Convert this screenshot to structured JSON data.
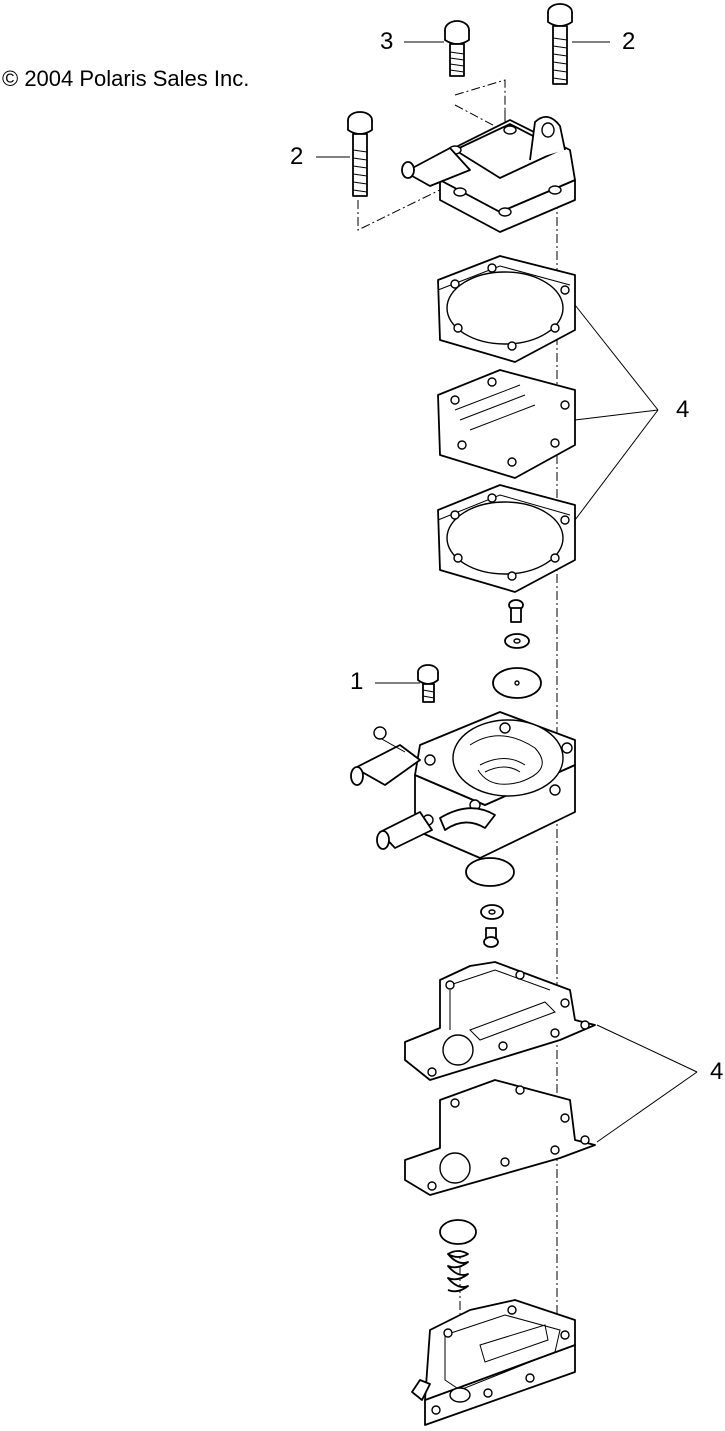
{
  "copyright": "© 2004 Polaris Sales Inc.",
  "callouts": [
    {
      "id": "screw-3",
      "text": "3"
    },
    {
      "id": "screw-2-right",
      "text": "2"
    },
    {
      "id": "screw-2-left",
      "text": "2"
    },
    {
      "id": "gasket-set-upper",
      "text": "4"
    },
    {
      "id": "screw-1",
      "text": "1"
    },
    {
      "id": "gasket-set-lower",
      "text": "4"
    }
  ]
}
